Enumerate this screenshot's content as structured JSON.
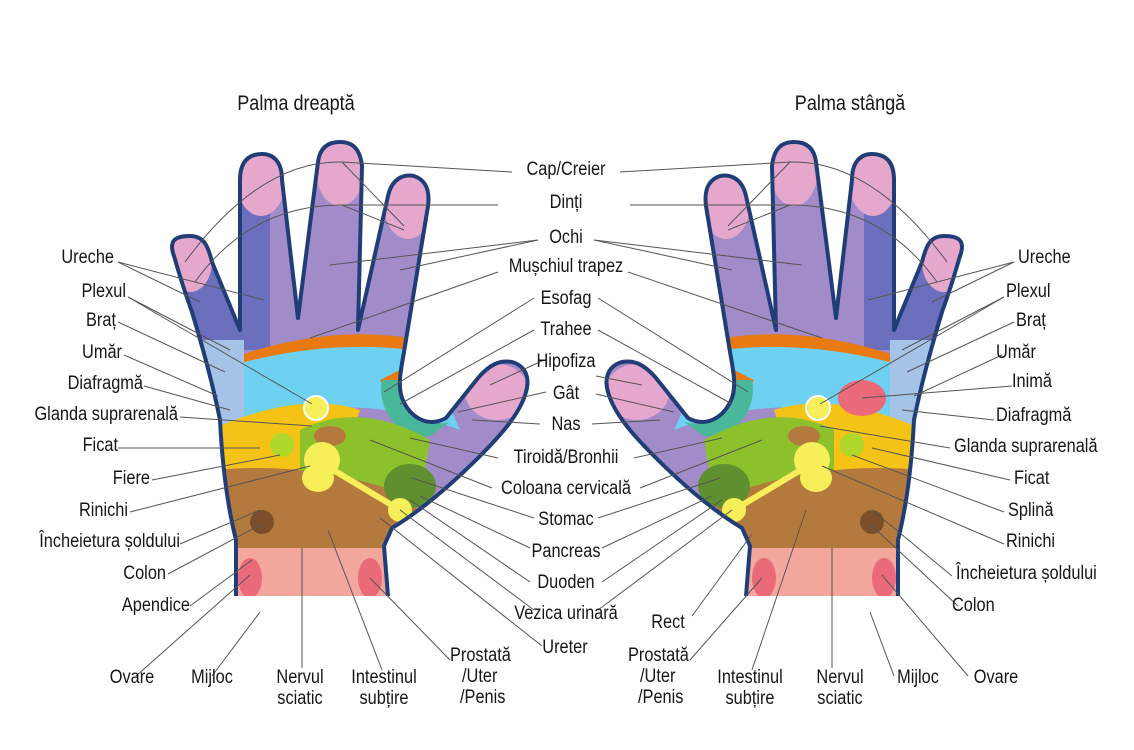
{
  "titles": {
    "right": "Palma dreaptă",
    "left": "Palma stângă"
  },
  "colors": {
    "fingertip": "#e5a8cc",
    "finger_purple": "#a18bc8",
    "finger_blue": "#6b6fbd",
    "orange_band": "#e97a12",
    "cyan_zone": "#6fd1f2",
    "light_blue": "#a4c3e6",
    "yellow_zone": "#f4c315",
    "green_zone": "#8cc12c",
    "brown_zone": "#b47a3d",
    "dark_brown": "#7b4f2c",
    "wrist_pink": "#f3a69c",
    "wrist_spot": "#ea6a7a",
    "point_yellow": "#f6ef5a",
    "outline": "#203d78"
  },
  "labels": {
    "center": {
      "cap_creier": "Cap/Creier",
      "dinti": "Dinți",
      "ochi": "Ochi",
      "muschiul_trapez": "Mușchiul trapez",
      "esofag": "Esofag",
      "trahee": "Trahee",
      "hipofiza": "Hipofiza",
      "gat": "Gât",
      "nas": "Nas",
      "tiroida": "Tiroidă/Bronhii",
      "coloana": "Coloana cervicală",
      "stomac": "Stomac",
      "pancreas": "Pancreas",
      "duoden": "Duoden",
      "vezica": "Vezica urinară",
      "ureter": "Ureter",
      "rect": "Rect"
    },
    "right_hand": {
      "ureche": "Ureche",
      "plexul": "Plexul",
      "brat": "Braț",
      "umar": "Umăr",
      "diafragma": "Diafragmă",
      "glanda": "Glanda suprarenală",
      "ficat": "Ficat",
      "fiere": "Fiere",
      "rinichi": "Rinichi",
      "sold": "Încheietura șoldului",
      "colon": "Colon",
      "apendice": "Apendice",
      "ovare": "Ovare",
      "mijloc": "Mijloc",
      "nervul_1": "Nervul",
      "nervul_2": "sciatic",
      "intestinul_1": "Intestinul",
      "intestinul_2": "subțire",
      "prostata_1": "Prostată",
      "prostata_2": "/Uter",
      "prostata_3": "/Penis"
    },
    "left_hand": {
      "ureche": "Ureche",
      "plexul": "Plexul",
      "brat": "Braț",
      "umar": "Umăr",
      "inima": "Inimă",
      "diafragma": "Diafragmă",
      "glanda": "Glanda suprarenală",
      "ficat": "Ficat",
      "splina": "Splină",
      "rinichi": "Rinichi",
      "sold": "Încheietura șoldului",
      "colon": "Colon",
      "ovare": "Ovare",
      "mijloc": "Mijloc",
      "nervul_1": "Nervul",
      "nervul_2": "sciatic",
      "intestinul_1": "Intestinul",
      "intestinul_2": "subțire",
      "prostata_1": "Prostată",
      "prostata_2": "/Uter",
      "prostata_3": "/Penis"
    }
  }
}
